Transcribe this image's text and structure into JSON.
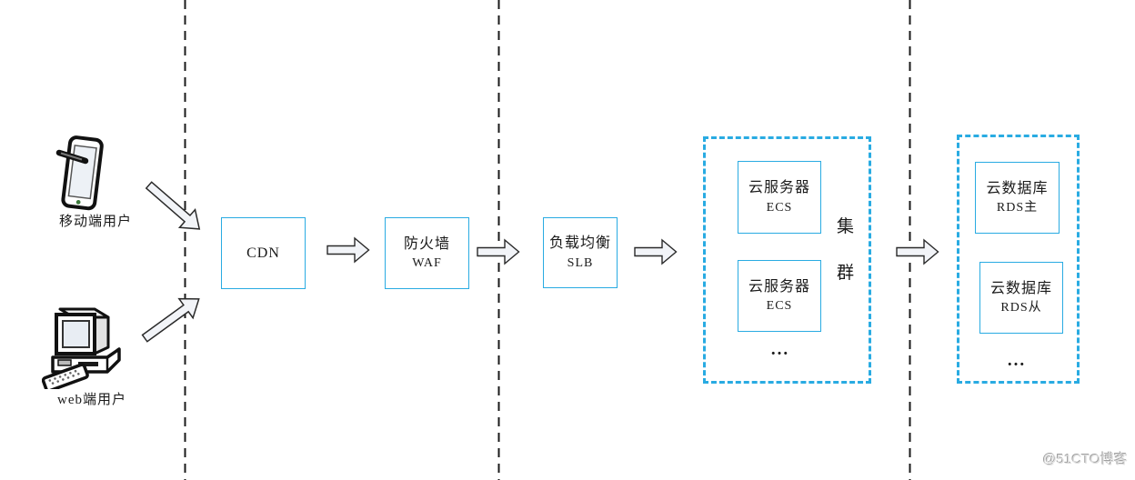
{
  "diagram": {
    "users": {
      "mobile": {
        "label": "移动端用户",
        "icon": "mobile-device-icon"
      },
      "web": {
        "label": "web端用户",
        "icon": "desktop-computer-icon"
      }
    },
    "nodes": {
      "cdn": {
        "title": "CDN"
      },
      "waf": {
        "title": "防火墙",
        "subtitle": "WAF"
      },
      "slb": {
        "title": "负载均衡",
        "subtitle": "SLB"
      },
      "ecs1": {
        "title": "云服务器",
        "subtitle": "ECS"
      },
      "ecs2": {
        "title": "云服务器",
        "subtitle": "ECS"
      },
      "rds_master": {
        "title": "云数据库",
        "subtitle": "RDS主"
      },
      "rds_slave": {
        "title": "云数据库",
        "subtitle": "RDS从"
      }
    },
    "cluster": {
      "label_top": "集",
      "label_bottom": "群",
      "ellipsis": "..."
    },
    "rds_group": {
      "ellipsis": "..."
    },
    "colors": {
      "box_border": "#29ABE2",
      "dashed_boundary": "#1a1a1a",
      "arrow_fill": "#F2F4F8",
      "arrow_stroke": "#2A2A2A"
    }
  },
  "watermark": {
    "text": "@51CTO博客"
  }
}
